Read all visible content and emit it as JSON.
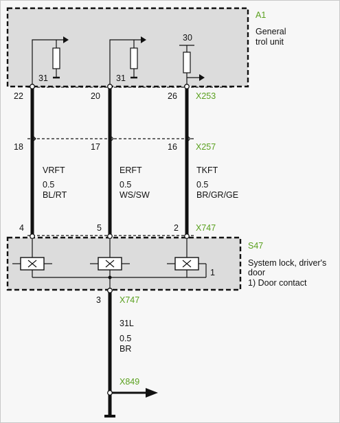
{
  "colors": {
    "connector_label": "#5aa01e",
    "box_fill": "#dcdcdc",
    "wire": "#111111"
  },
  "a1": {
    "id": "A1",
    "name_line1": "General",
    "name_line2": "trol unit",
    "ground_labels": [
      "31",
      "31"
    ],
    "supply_label": "30"
  },
  "connectors": {
    "x253": {
      "name": "X253",
      "pins": [
        "22",
        "20",
        "26"
      ]
    },
    "x257": {
      "name": "X257",
      "pins": [
        "18",
        "17",
        "16"
      ]
    },
    "x747_top": {
      "name": "X747",
      "pins": [
        "4",
        "5",
        "2"
      ]
    },
    "x747_bottom": {
      "name": "X747",
      "pin": "3"
    },
    "x849": {
      "name": "X849"
    }
  },
  "wires": [
    {
      "name": "VRFT",
      "size": "0.5",
      "color": "BL/RT"
    },
    {
      "name": "ERFT",
      "size": "0.5",
      "color": "WS/SW"
    },
    {
      "name": "TKFT",
      "size": "0.5",
      "color": "BR/GR/GE"
    }
  ],
  "ground_wire": {
    "name": "31L",
    "size": "0.5",
    "color": "BR"
  },
  "s47": {
    "id": "S47",
    "line1": "System lock, driver's",
    "line2": "door",
    "line3": "1) Door contact",
    "pin_label": "1"
  }
}
